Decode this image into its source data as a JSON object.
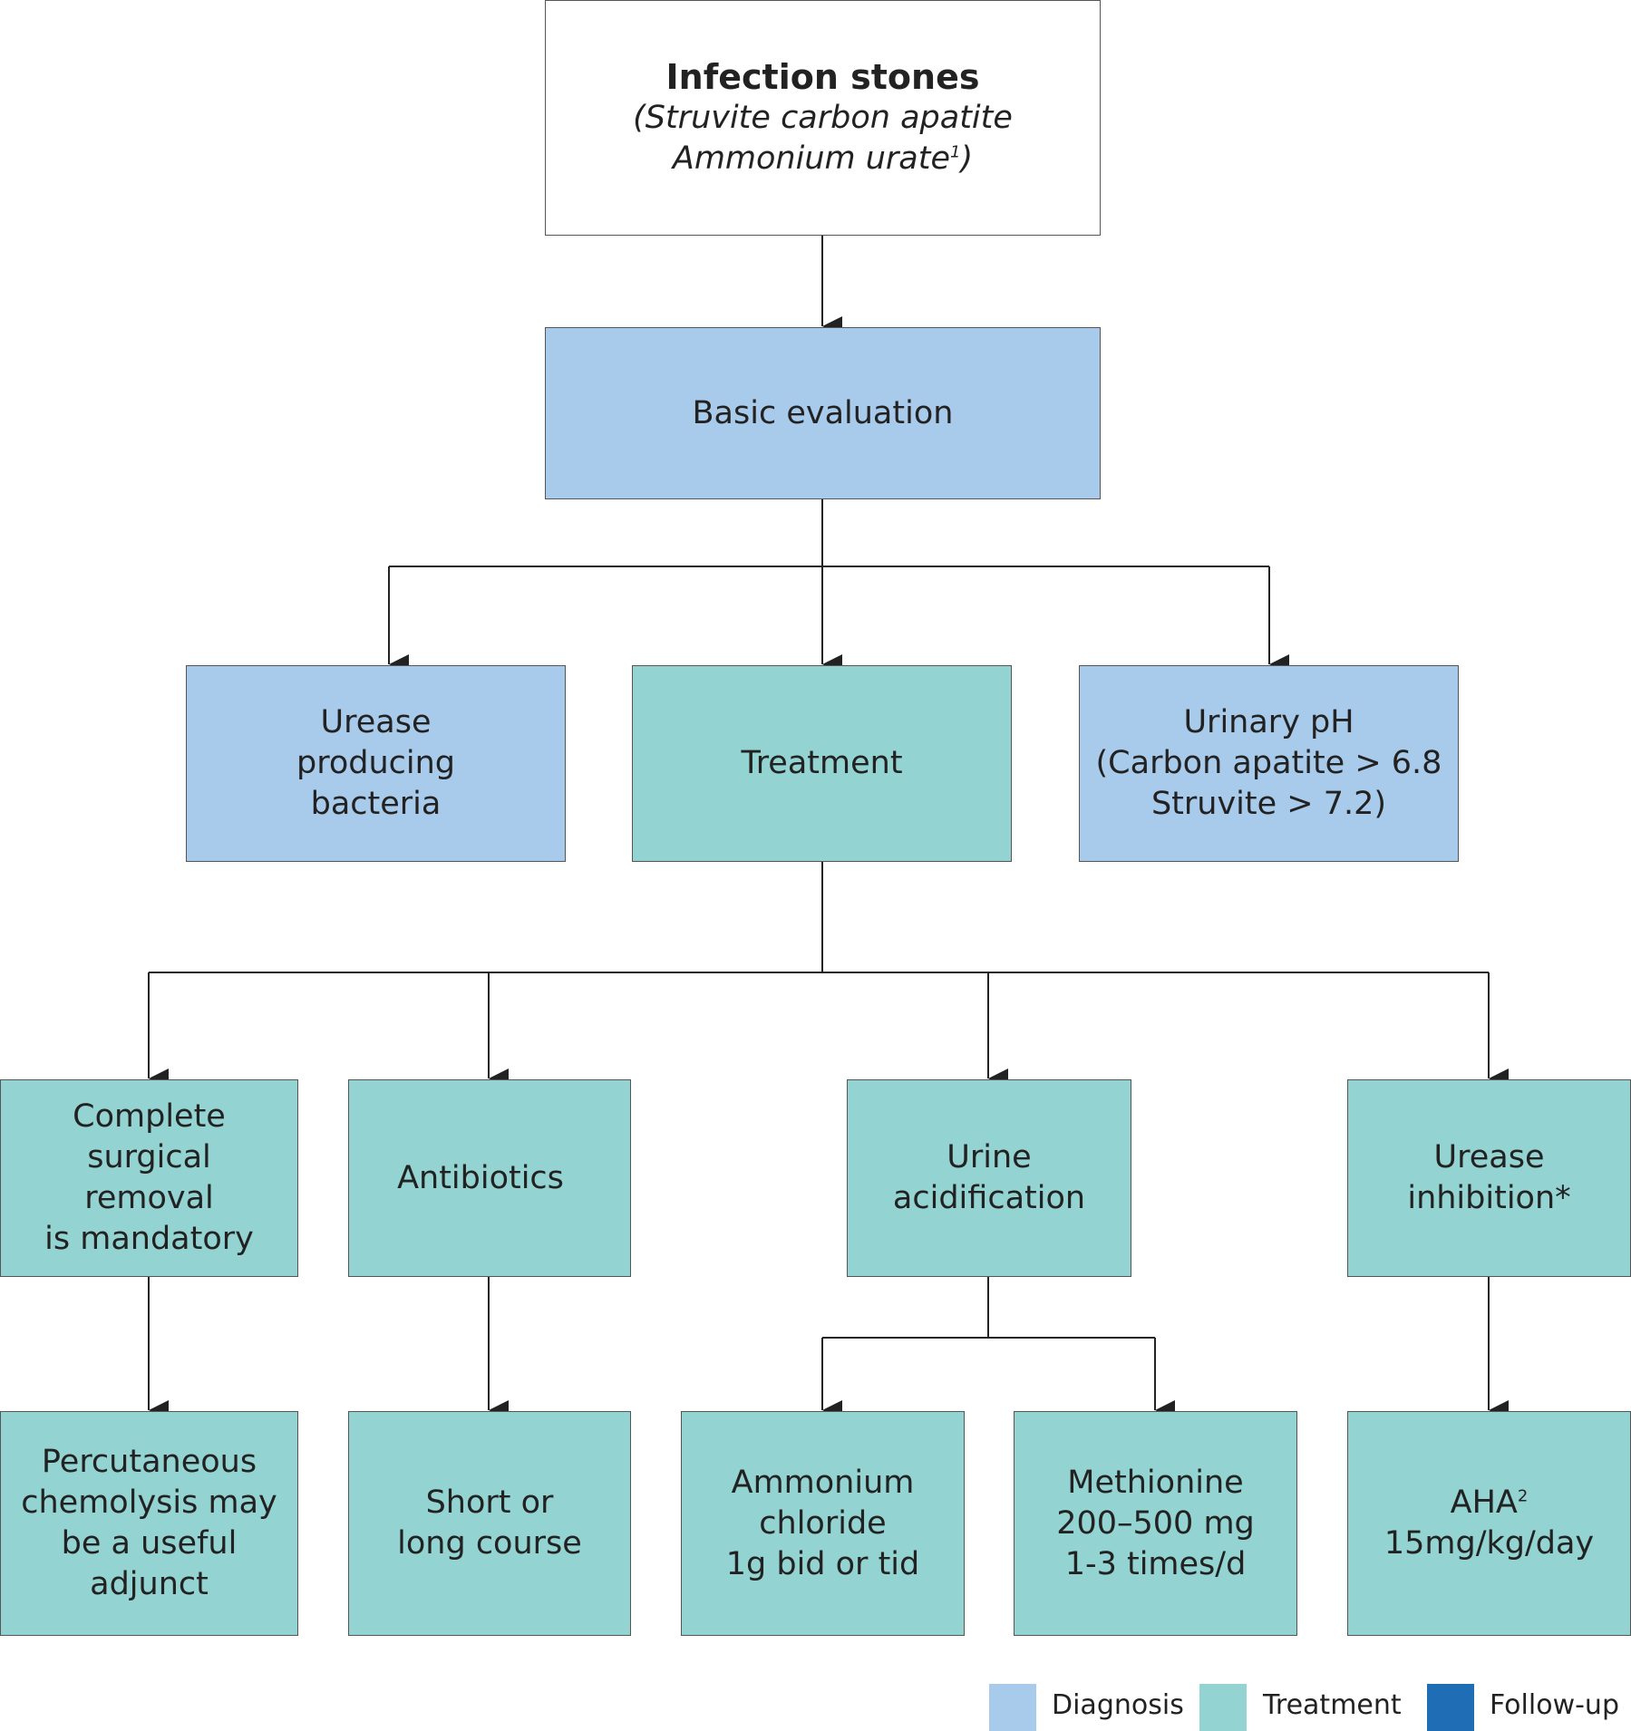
{
  "colors": {
    "diagnosis": "#a9cbeb",
    "treatment": "#93d3d1",
    "follow_up": "#1f6db5",
    "line": "#222222"
  },
  "root": {
    "title": "Infection stones",
    "subtitle_line1": "(Struvite carbon apatite",
    "subtitle_line2": "Ammonium urate",
    "subtitle_sup": "1",
    "subtitle_end": ")"
  },
  "basic": {
    "label": "Basic evaluation"
  },
  "urease_bacteria": {
    "lines": [
      "Urease",
      "producing",
      "bacteria"
    ]
  },
  "treatment": {
    "label": "Treatment"
  },
  "urinary_ph": {
    "lines": [
      "Urinary pH",
      "(Carbon apatite > 6.8",
      "Struvite > 7.2)"
    ]
  },
  "surgical": {
    "lines": [
      "Complete",
      "surgical",
      "removal",
      "is mandatory"
    ]
  },
  "antibiotics": {
    "label": "Antibiotics"
  },
  "acidification": {
    "lines": [
      "Urine",
      "acidification"
    ]
  },
  "urease_inhibition": {
    "lines": [
      "Urease",
      "inhibition*"
    ]
  },
  "chemolysis": {
    "lines": [
      "Percutaneous",
      "chemolysis may",
      "be a useful",
      "adjunct"
    ]
  },
  "course": {
    "lines": [
      "Short or",
      "long course"
    ]
  },
  "ammonium": {
    "lines": [
      "Ammonium",
      "chloride",
      "1g bid or tid"
    ]
  },
  "methionine": {
    "lines": [
      "Methionine",
      "200–500 mg",
      "1-3 times/d"
    ]
  },
  "aha": {
    "label": "AHA",
    "sup": "2",
    "line2": "15mg/kg/day"
  },
  "legend": {
    "diagnosis": "Diagnosis",
    "treatment": "Treatment",
    "follow_up": "Follow-up"
  }
}
